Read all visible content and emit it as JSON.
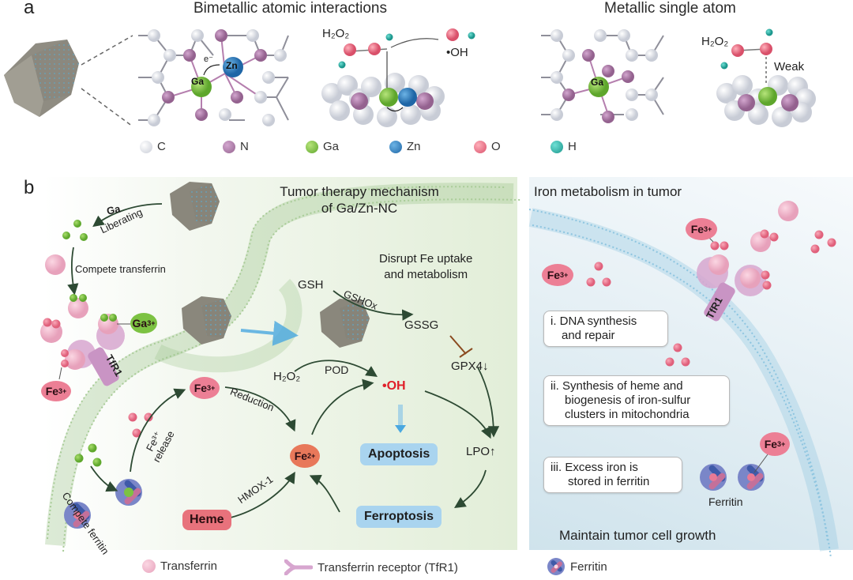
{
  "panel_a": {
    "label": "a",
    "title_bimetallic": "Bimetallic atomic interactions",
    "title_single": "Metallic single atom",
    "atom_ga": "Ga",
    "atom_zn": "Zn",
    "electron": "e⁻",
    "h2o2": "H₂O₂",
    "oh_radical": "•OH",
    "weak": "Weak",
    "legend": [
      {
        "symbol": "C",
        "color": "#d8dbe3"
      },
      {
        "symbol": "N",
        "color": "#b07fae"
      },
      {
        "symbol": "Ga",
        "color": "#7cc242"
      },
      {
        "symbol": "Zn",
        "color": "#2f7fc0"
      },
      {
        "symbol": "O",
        "color": "#ec6f82"
      },
      {
        "symbol": "H",
        "color": "#2ab3a8"
      }
    ]
  },
  "panel_b": {
    "label": "b",
    "therapy_title_line1": "Tumor therapy mechanism",
    "therapy_title_line2": "of Ga/Zn-NC",
    "ga_liberating_top": "Ga",
    "ga_liberating_bottom": "Liberating",
    "compete_transferrin": "Compete transferrin",
    "ga3": "Ga",
    "ga3_charge": "3+",
    "tfr1": "TfR1",
    "fe3": "Fe",
    "fe3_charge": "3+",
    "fe2": "Fe",
    "fe2_charge": "2+",
    "disrupt_line1": "Disrupt Fe uptake",
    "disrupt_line2": "and metabolism",
    "gsh": "GSH",
    "gshox": "GSHOx",
    "gssg": "GSSG",
    "gpx4": "GPX4↓",
    "h2o2": "H₂O₂",
    "pod": "POD",
    "oh": "•OH",
    "lpo": "LPO↑",
    "apoptosis": "Apoptosis",
    "ferroptosis": "Ferroptosis",
    "reduction": "Reduction",
    "fe3_release_line1": "Fe³⁺",
    "fe3_release_line2": "release",
    "compete_ferritin": "Compete ferritin",
    "heme": "Heme",
    "hmox1": "HMOX-1",
    "iron_title": "Iron metabolism in tumor",
    "box_i_line1": "i. DNA synthesis",
    "box_i_line2": "and repair",
    "box_ii_line1": "ii. Synthesis of heme and",
    "box_ii_line2": "biogenesis of iron-sulfur",
    "box_ii_line3": "clusters in mitochondria",
    "box_iii_line1": "iii. Excess iron is",
    "box_iii_line2": "stored in ferritin",
    "ferritin_label": "Ferritin",
    "maintain": "Maintain tumor cell growth",
    "colors": {
      "therapy_bg": "#e6f0dc",
      "iron_bg": "#d9e9f1",
      "oh_red": "#e0202a",
      "arrow_green": "#2d4a33",
      "inhibit_brown": "#8a4a1f",
      "ga_green": "#7cc242",
      "fe_pink": "#ec7f95",
      "fe2_orange": "#e8785a"
    }
  },
  "bottom_legend": {
    "transferrin": "Transferrin",
    "receptor": "Transferrin receptor (TfR1)",
    "ferritin": "Ferritin"
  }
}
